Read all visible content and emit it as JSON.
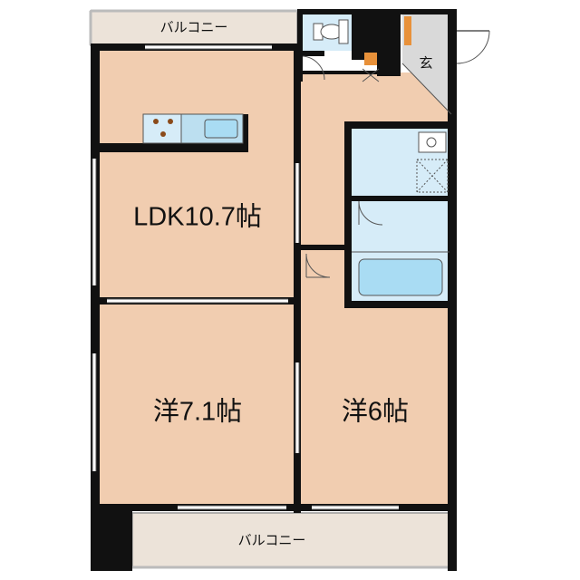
{
  "rooms": {
    "ldk": "LDK10.7帖",
    "western_left": "洋7.1帖",
    "western_right": "洋6帖",
    "entrance": "玄"
  },
  "balconies": {
    "top": "バルコニー",
    "bottom": "バルコニー"
  },
  "colors": {
    "room_floor": "#f1cdb0",
    "balcony_floor": "#ece3d9",
    "wet_area": "#d6ecf8",
    "wet_fixture": "#a9dcf3",
    "wall": "#111111",
    "entrance_floor": "#d9d9d9",
    "accent_orange": "#e8913a"
  }
}
